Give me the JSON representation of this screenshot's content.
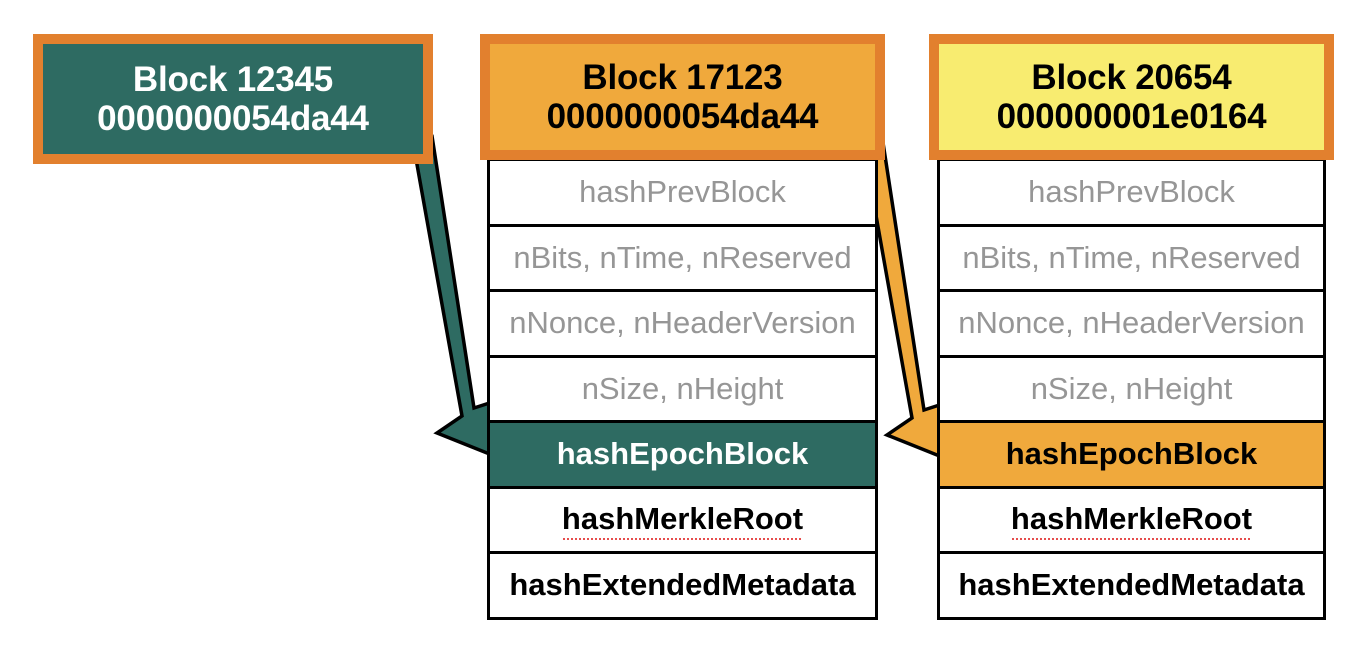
{
  "diagram": {
    "title": "Blockchain block header linkage diagram",
    "colors": {
      "border_orange": "#E2802E",
      "teal": "#2E6B62",
      "amber": "#F0A93C",
      "yellow": "#F8EC70",
      "muted_text": "#969696",
      "outline": "#000000",
      "spellcheck_underline": "#E02020"
    },
    "blocks": [
      {
        "id": "block1",
        "header": {
          "line1": "Block 12345",
          "line2": "0000000054da44",
          "fill": "#2E6B62",
          "text_color": "#ffffff",
          "border": "#E2802E"
        },
        "fields": []
      },
      {
        "id": "block2",
        "header": {
          "line1": "Block 17123",
          "line2": "0000000054da44",
          "fill": "#F0A93C",
          "text_color": "#000000",
          "border": "#E2802E"
        },
        "fields": [
          {
            "label": "hashPrevBlock",
            "style": "muted"
          },
          {
            "label": "nBits, nTime, nReserved",
            "style": "muted"
          },
          {
            "label": "nNonce, nHeaderVersion",
            "style": "muted"
          },
          {
            "label": "nSize, nHeight",
            "style": "muted"
          },
          {
            "label": "hashEpochBlock",
            "style": "solid-dark"
          },
          {
            "label": "hashMerkleRoot",
            "style": "bold",
            "spellcheck": true
          },
          {
            "label": "hashExtendedMetadata",
            "style": "bold"
          }
        ]
      },
      {
        "id": "block3",
        "header": {
          "line1": "Block 20654",
          "line2": "000000001e0164",
          "fill": "#F8EC70",
          "text_color": "#000000",
          "border": "#E2802E"
        },
        "fields": [
          {
            "label": "hashPrevBlock",
            "style": "muted"
          },
          {
            "label": "nBits, nTime, nReserved",
            "style": "muted"
          },
          {
            "label": "nNonce, nHeaderVersion",
            "style": "muted"
          },
          {
            "label": "nSize, nHeight",
            "style": "muted"
          },
          {
            "label": "hashEpochBlock",
            "style": "solid-accent"
          },
          {
            "label": "hashMerkleRoot",
            "style": "bold",
            "spellcheck": true
          },
          {
            "label": "hashExtendedMetadata",
            "style": "bold"
          }
        ]
      }
    ],
    "arrows": [
      {
        "id": "arrow-teal",
        "from": "block1-header",
        "to": "block2-field-hashEpochBlock",
        "color": "#2E6B62",
        "outline": "#000000"
      },
      {
        "id": "arrow-amber",
        "from": "block2-header",
        "to": "block3-field-hashEpochBlock",
        "color": "#F0A93C",
        "outline": "#000000"
      }
    ]
  }
}
